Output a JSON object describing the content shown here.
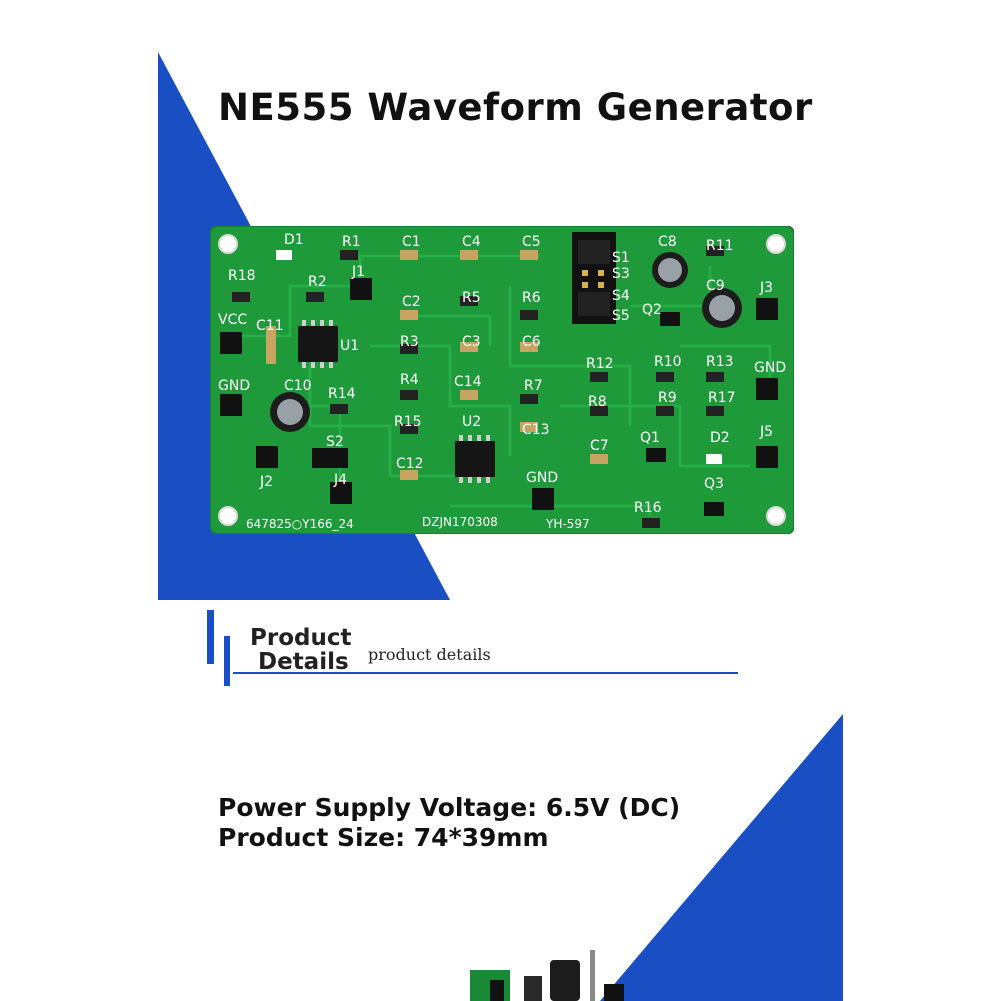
{
  "title": "NE555 Waveform Generator",
  "board": {
    "labels": [
      "D1",
      "R1",
      "C1",
      "C4",
      "C5",
      "S1",
      "S3",
      "S4",
      "S5",
      "C8",
      "R11",
      "R18",
      "R2",
      "J1",
      "C2",
      "R5",
      "R6",
      "C9",
      "J3",
      "VCC",
      "C11",
      "U1",
      "R3",
      "C3",
      "C6",
      "Q2",
      "R12",
      "R10",
      "R13",
      "GND",
      "GND",
      "C10",
      "R14",
      "R4",
      "C14",
      "R7",
      "R8",
      "R9",
      "R17",
      "R15",
      "U2",
      "C13",
      "C7",
      "Q1",
      "D2",
      "J5",
      "S2",
      "J2",
      "C12",
      "GND",
      "J4",
      "Q3",
      "R16"
    ],
    "footer_left": "647825○Y166_24",
    "model": "DZJN170308",
    "code": "YH-597"
  },
  "details": {
    "heading_line1": "Product",
    "heading_line2": "Details",
    "subheading": "product details"
  },
  "specs": {
    "voltage": "Power Supply Voltage: 6.5V (DC)",
    "size": "Product Size: 74*39mm"
  },
  "colors": {
    "accent_blue": "#1a4fc4",
    "pcb_green": "#1f9a3b"
  }
}
